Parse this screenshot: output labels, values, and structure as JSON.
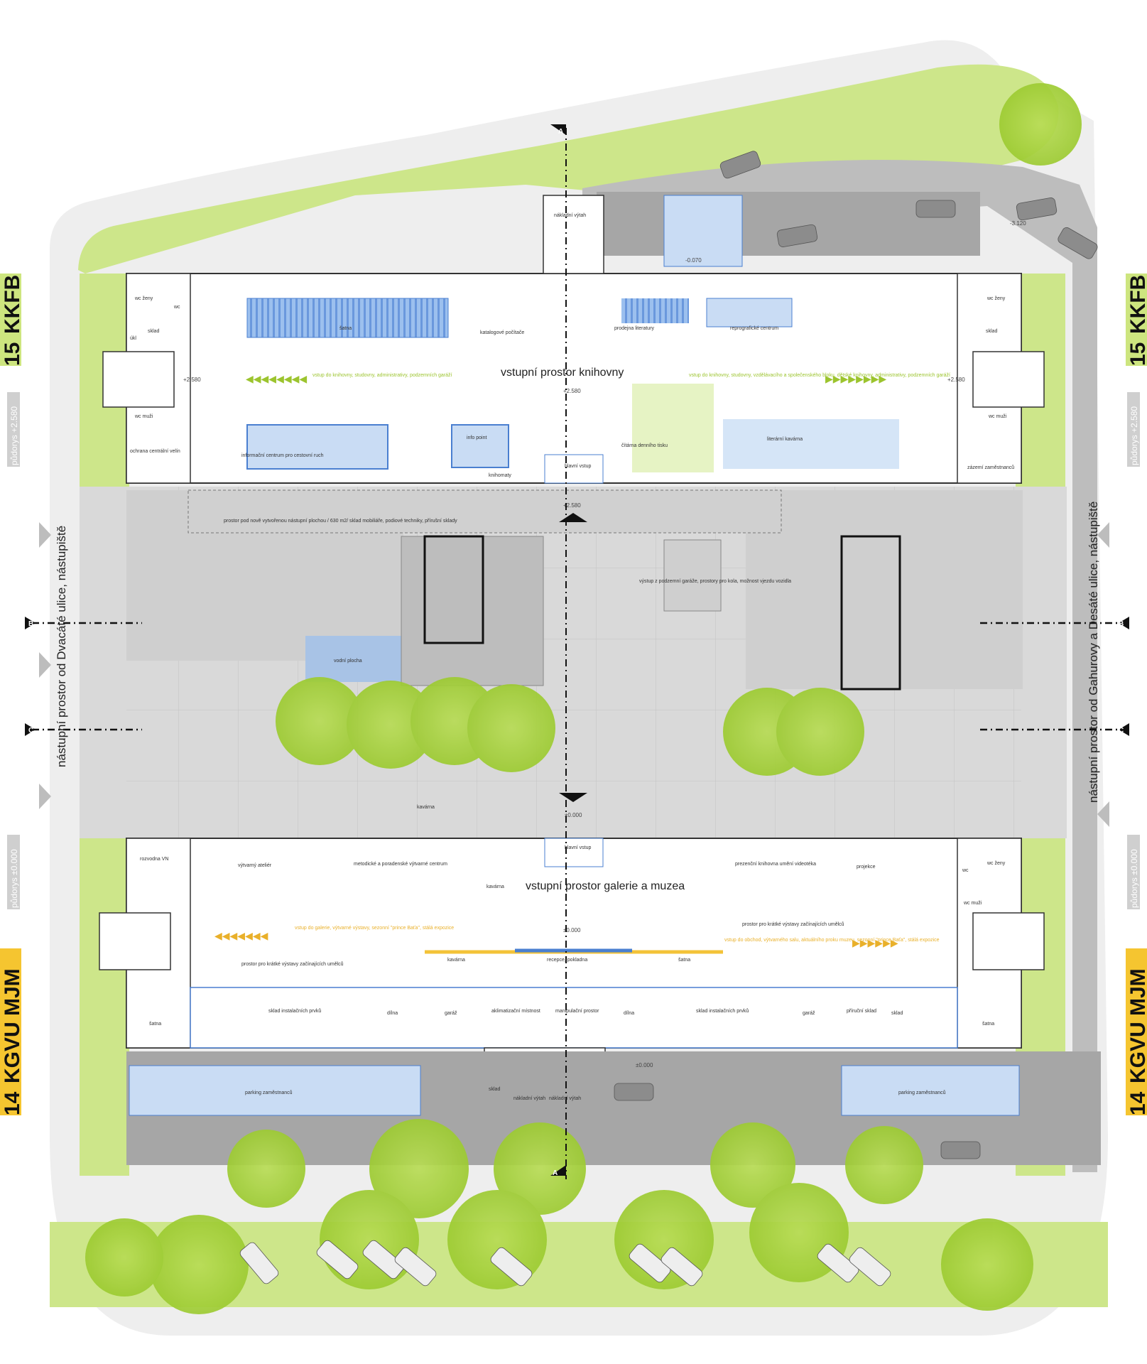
{
  "colors": {
    "green": "#cde68a",
    "tree": "#a7d23d",
    "paving": "#d9d9d9",
    "road": "#a6a6a6",
    "blue": "#4a7fd0",
    "light_blue": "#c9dcf4",
    "yellow": "#f3c338",
    "library_tag": "#cde57f",
    "gallery_tag": "#f5c530"
  },
  "side_tags": {
    "left_top": {
      "number": "15",
      "code": "KKFB"
    },
    "right_top": {
      "number": "15",
      "code": "KKFB"
    },
    "left_bottom": {
      "number": "14",
      "code": "KGVU MJM"
    },
    "right_bottom": {
      "number": "14",
      "code": "KGVU MJM"
    },
    "floor_upper": "půdorys +2.580",
    "floor_lower": "půdorys ±0.000"
  },
  "entries": {
    "left": "nástupní prostor od Dvacáté ulice, nástupiště",
    "right": "nástupní prostor od Gahurovy a Desáté ulice, nástupiště"
  },
  "section_marks": {
    "a": "A",
    "b": "B",
    "c": "C"
  },
  "levels": {
    "library_left": "+2.580",
    "library_right": "+2.580",
    "library_hall": "+2.580",
    "plaza_upper": "+2.580",
    "plaza": "±0.000",
    "gallery_hall": "±0.000",
    "service": "±0.000",
    "parking_top": "-0.070",
    "road": "-3.120"
  },
  "library": {
    "title": "vstupní prostor knihovny",
    "rooms": {
      "satna": "šatna",
      "katalog": "katalogové počítače",
      "prodejna": "prodejna literatury",
      "reprograf": "reprografické centrum",
      "info_center": "informační centrum pro cestovní ruch",
      "info_point": "info point",
      "knihomaty": "knihomaty",
      "hlavni_vstup": "hlavní vstup",
      "citarna": "čítárna denního tisku",
      "kavarna": "literární kavárna",
      "wc_zeny_l": "wc ženy",
      "wc_muzi_l": "wc muži",
      "wc_l": "wc",
      "sklad_l": "sklad",
      "ukl_l": "úkl",
      "ochrana": "ochrana centrální velín",
      "wc_zeny_r": "wc ženy",
      "wc_muzi_r": "wc muži",
      "sklad_r": "sklad",
      "zazemi": "zázemí zaměstnanců",
      "vytah_top": "nákladní výtah"
    },
    "flow_left": "vstup do knihovny, studovny, administrativy, podzemních garáží",
    "flow_right": "vstup do knihovny, studovny, vzdělávacího a společenského bloku, dětské knihovny, administrativy, podzemních garáží"
  },
  "plaza": {
    "underground": "prostor pod nově vytvořenou nástupní plochou / 630 m2/ sklad mobiliáře, podiové techniky, přírušní sklady",
    "exit": "výstup z podzemní garáže, prostory pro kola, možnost vjezdu vozidla",
    "water": "vodní plocha",
    "cafe": "kavárna"
  },
  "gallery": {
    "title": "vstupní prostor galerie a muzea",
    "rooms": {
      "rozvodna": "rozvodna VN",
      "atelier": "výtvarný ateliér",
      "metodicke": "metodické a poradenské výtvarné centrum",
      "kavarna": "kavárna",
      "hlavni_vstup": "hlavní vstup",
      "prezencni": "prezenční knihovna umění videotéka",
      "projekce": "projekce",
      "wc_zeny": "wc ženy",
      "wc_muzi": "wc muži",
      "wc": "wc",
      "kavarna_bar": "kavárna",
      "recepce": "recepce, pokladna",
      "satna_bar": "šatna",
      "vystavy_left": "prostor pro krátké výstavy začínajících umělců",
      "vystavy_right": "prostor pro krátké výstavy začínajících umělců",
      "satna_l": "šatna",
      "sklad1": "sklad instalačních prvků",
      "dilna1": "dílna",
      "garaz1": "garáž",
      "aklimat": "aklimatizační místnost",
      "manipul": "manipulační prostor",
      "dilna2": "dílna",
      "sklad2": "sklad instalačních prvků",
      "garaz2": "garáž",
      "prirucni": "příruční sklad",
      "sklad3": "sklad",
      "satna_r": "šatna",
      "sklad_bottom": "sklad",
      "vytah1": "nákladní výtah",
      "vytah2": "nákladní výtah"
    },
    "flow_left": "vstup do galerie, výtvarné výstavy, sezonní \"prince Baťa\", stálá expozice",
    "flow_right": "vstup do obchod, výtvarného salu, aktuálního proku muzeu, sezonní \"prince Baťa\", stálá expozice"
  },
  "parking": {
    "left": "parking zaměstnanců",
    "right": "parking zaměstnanců"
  }
}
